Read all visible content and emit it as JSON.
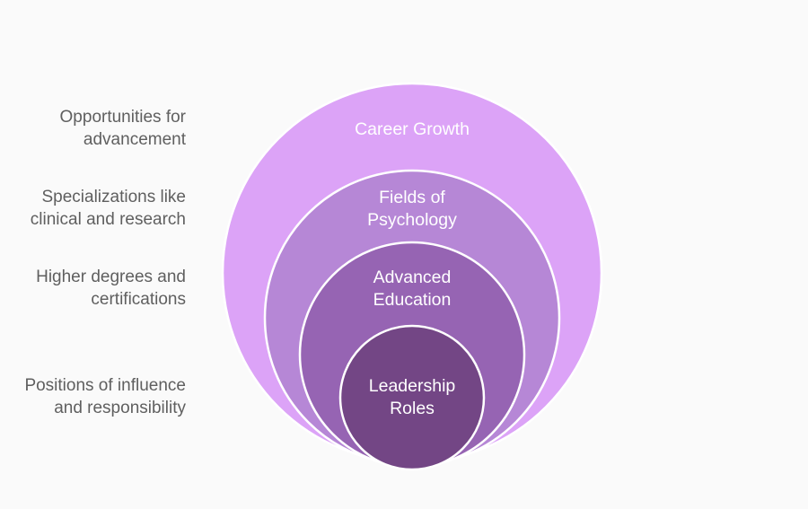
{
  "layers": [
    {
      "label": "Career Growth",
      "description": "Opportunities for\nadvancement",
      "color": "#dca3f7"
    },
    {
      "label": "Fields of\nPsychology",
      "description": "Specializations like\nclinical and research",
      "color": "#b687d6"
    },
    {
      "label": "Advanced\nEducation",
      "description": "Higher degrees and\ncertifications",
      "color": "#9664b3"
    },
    {
      "label": "Leadership\nRoles",
      "description": "Positions of influence\nand responsibility",
      "color": "#734685"
    }
  ],
  "stroke_color": "#ffffff",
  "description_color": "#5f5f5f"
}
